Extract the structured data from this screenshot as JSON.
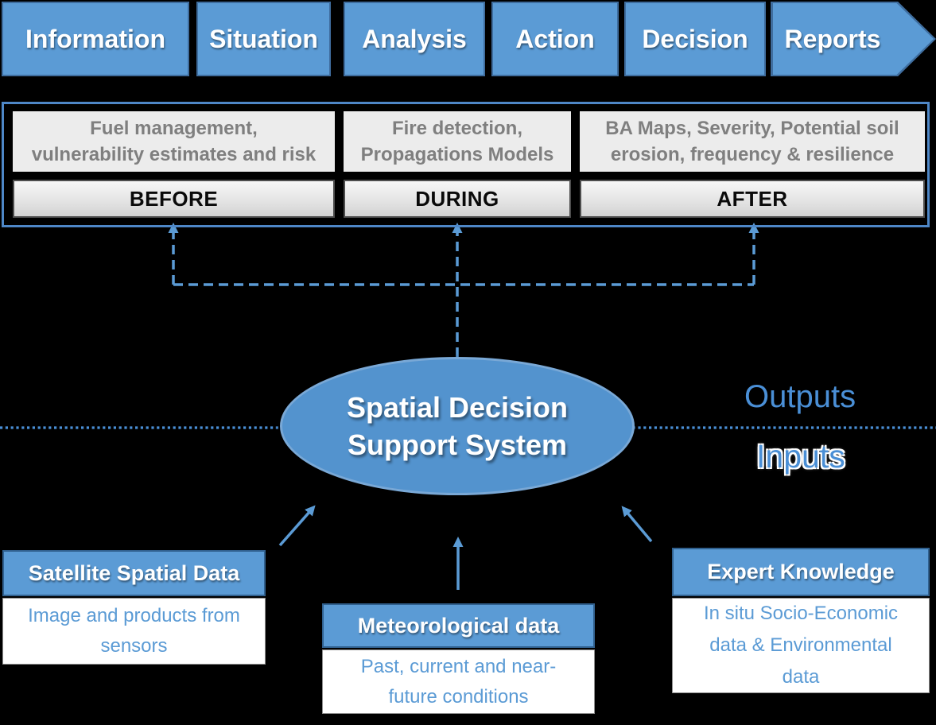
{
  "colors": {
    "background": "#000000",
    "accent_blue": "#5B9BD5",
    "step_border_blue": "#3F6D9E",
    "panel_border_blue": "#4E87C7",
    "io_text_blue": "#4A8FD6",
    "phase_desc_bg": "#ECECEC",
    "phase_desc_text": "#7F7F7F",
    "phase_label_border": "#4D4D4D",
    "body_text_blue": "#5B9BD5"
  },
  "process_steps": [
    {
      "label": "Information"
    },
    {
      "label": "Situation"
    },
    {
      "label": "Analysis"
    },
    {
      "label": "Action"
    },
    {
      "label": "Decision"
    },
    {
      "label": "Reports"
    }
  ],
  "phases": [
    {
      "description": "Fuel management,\nvulnerability estimates and risk",
      "label": "BEFORE"
    },
    {
      "description": "Fire detection,\nPropagations Models",
      "label": "DURING"
    },
    {
      "description": "BA Maps, Severity, Potential soil\nerosion, frequency & resilience",
      "label": "AFTER"
    }
  ],
  "sdss": {
    "title": "Spatial Decision\nSupport System"
  },
  "io_labels": {
    "outputs": "Outputs",
    "inputs": "Inputs"
  },
  "inputs": [
    {
      "title": "Satellite Spatial Data",
      "description": "Image and products from\nsensors"
    },
    {
      "title": "Meteorological data",
      "description": "Past, current and near-\nfuture conditions"
    },
    {
      "title": "Expert Knowledge",
      "description": "In situ Socio-Economic\ndata & Environmental\ndata"
    }
  ]
}
